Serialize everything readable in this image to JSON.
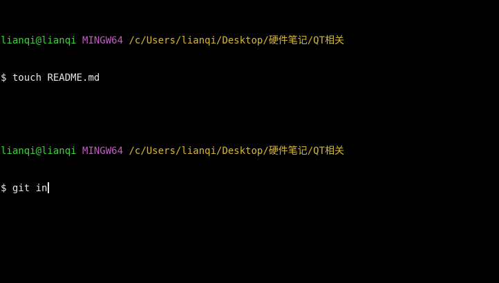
{
  "terminal": {
    "blocks": [
      {
        "user_host": "lianqi@lianqi",
        "system": "MINGW64",
        "path": "/c/Users/lianqi/Desktop/硬件笔记/QT相关",
        "prompt": "$",
        "command": "touch README.md"
      },
      {
        "user_host": "lianqi@lianqi",
        "system": "MINGW64",
        "path": "/c/Users/lianqi/Desktop/硬件笔记/QT相关",
        "prompt": "$",
        "command": "git in"
      }
    ]
  },
  "colors": {
    "background": "#000000",
    "user_host": "#3fcf3f",
    "system": "#c45cc4",
    "path": "#d7b836",
    "text": "#e6e6e6"
  }
}
